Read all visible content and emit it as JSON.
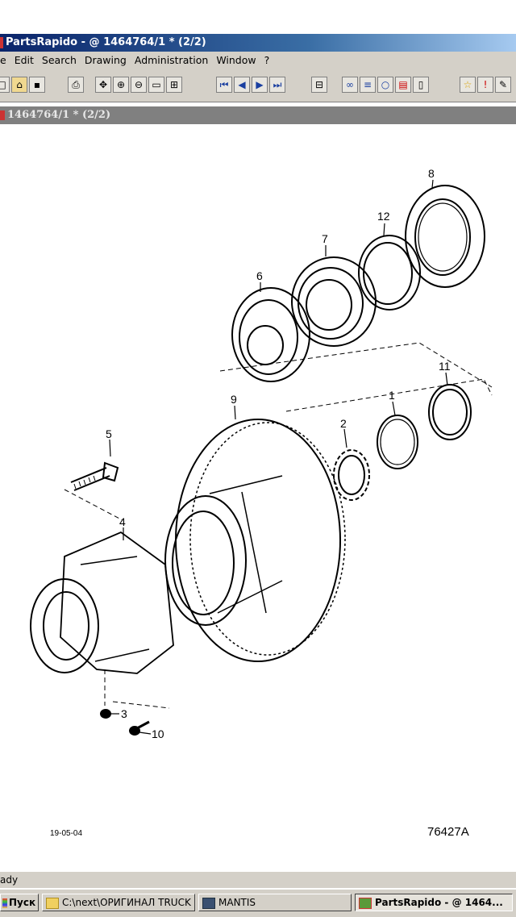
{
  "window": {
    "title": "PartsRapido - @ 1464764/1 * (2/2)"
  },
  "menu": {
    "items": [
      "e",
      "Edit",
      "Search",
      "Drawing",
      "Administration",
      "Window",
      "?"
    ]
  },
  "document_tab": {
    "title": "1464764/1 * (2/2)"
  },
  "drawing": {
    "callouts": [
      "8",
      "12",
      "7",
      "6",
      "11",
      "1",
      "2",
      "9",
      "5",
      "4",
      "3",
      "10"
    ],
    "date": "19-05-04",
    "drawing_number": "76427A"
  },
  "status": {
    "text": "ady"
  },
  "taskbar": {
    "start_label": "Пуск",
    "tasks": [
      "C:\\next\\ОРИГИНАЛ TRUCK",
      "MANTIS",
      "PartsRapido - @ 1464..."
    ]
  }
}
